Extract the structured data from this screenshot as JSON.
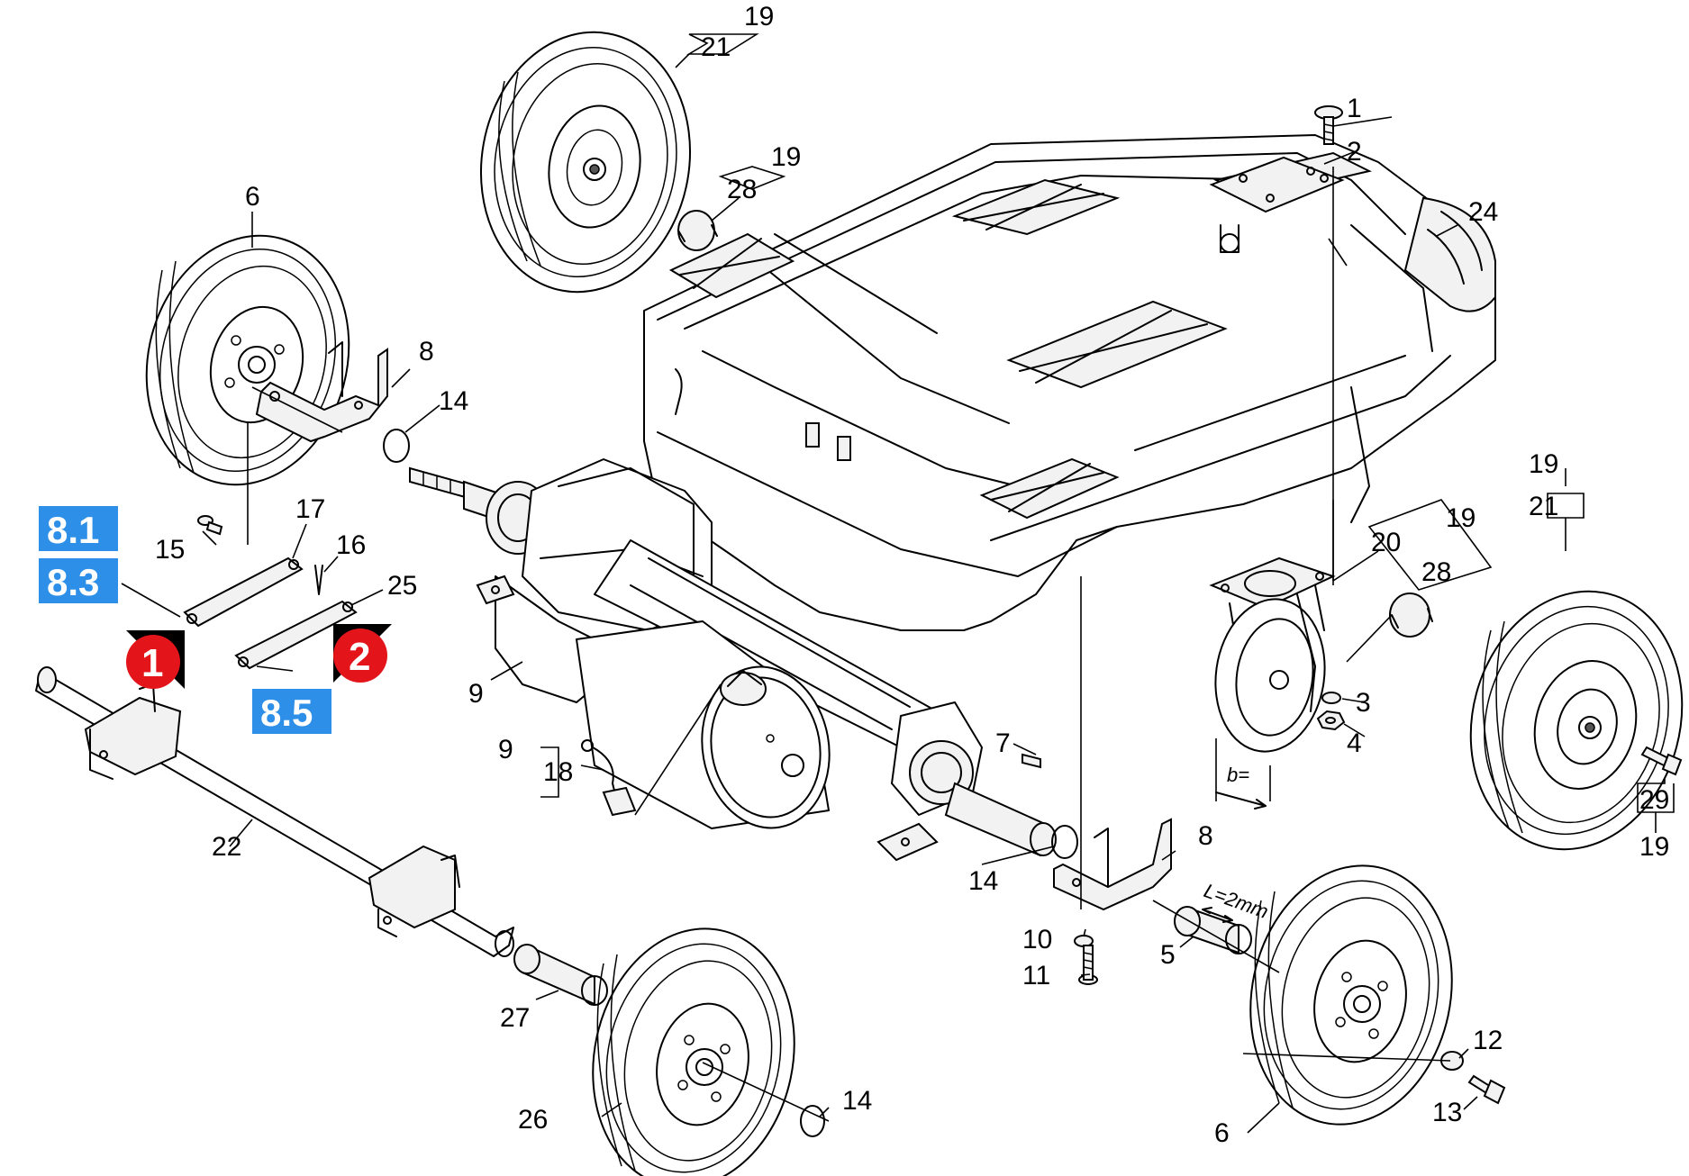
{
  "labels": {
    "p1": "1",
    "p2": "2",
    "p3": "3",
    "p4": "4",
    "p5": "5",
    "p6_left": "6",
    "p6_bottom": "6",
    "p7": "7",
    "p8_upper": "8",
    "p8_lower": "8",
    "p9_upper": "9",
    "p9_lower": "9",
    "p10": "10",
    "p11": "11",
    "p12": "12",
    "p13": "13",
    "p14_a": "14",
    "p14_b": "14",
    "p14_c": "14",
    "p15": "15",
    "p16": "16",
    "p17": "17",
    "p18": "18",
    "p19_a": "19",
    "p19_b": "19",
    "p19_c": "19",
    "p19_d": "19",
    "p19_e": "19",
    "p20": "20",
    "p21_a": "21",
    "p21_b": "21",
    "p22": "22",
    "p24": "24",
    "p25": "25",
    "p26": "26",
    "p27": "27",
    "p28_a": "28",
    "p28_b": "28",
    "p29": "29"
  },
  "dimensions": {
    "b": "b=",
    "L": "L=2mm"
  },
  "badges": {
    "b81": "8.1",
    "b83": "8.3",
    "b85": "8.5"
  },
  "markers": {
    "m1": "1",
    "m2": "2"
  },
  "colors": {
    "badge_blue": "#2e8fe8",
    "marker_red": "#e3151a",
    "marker_black": "#000000"
  }
}
